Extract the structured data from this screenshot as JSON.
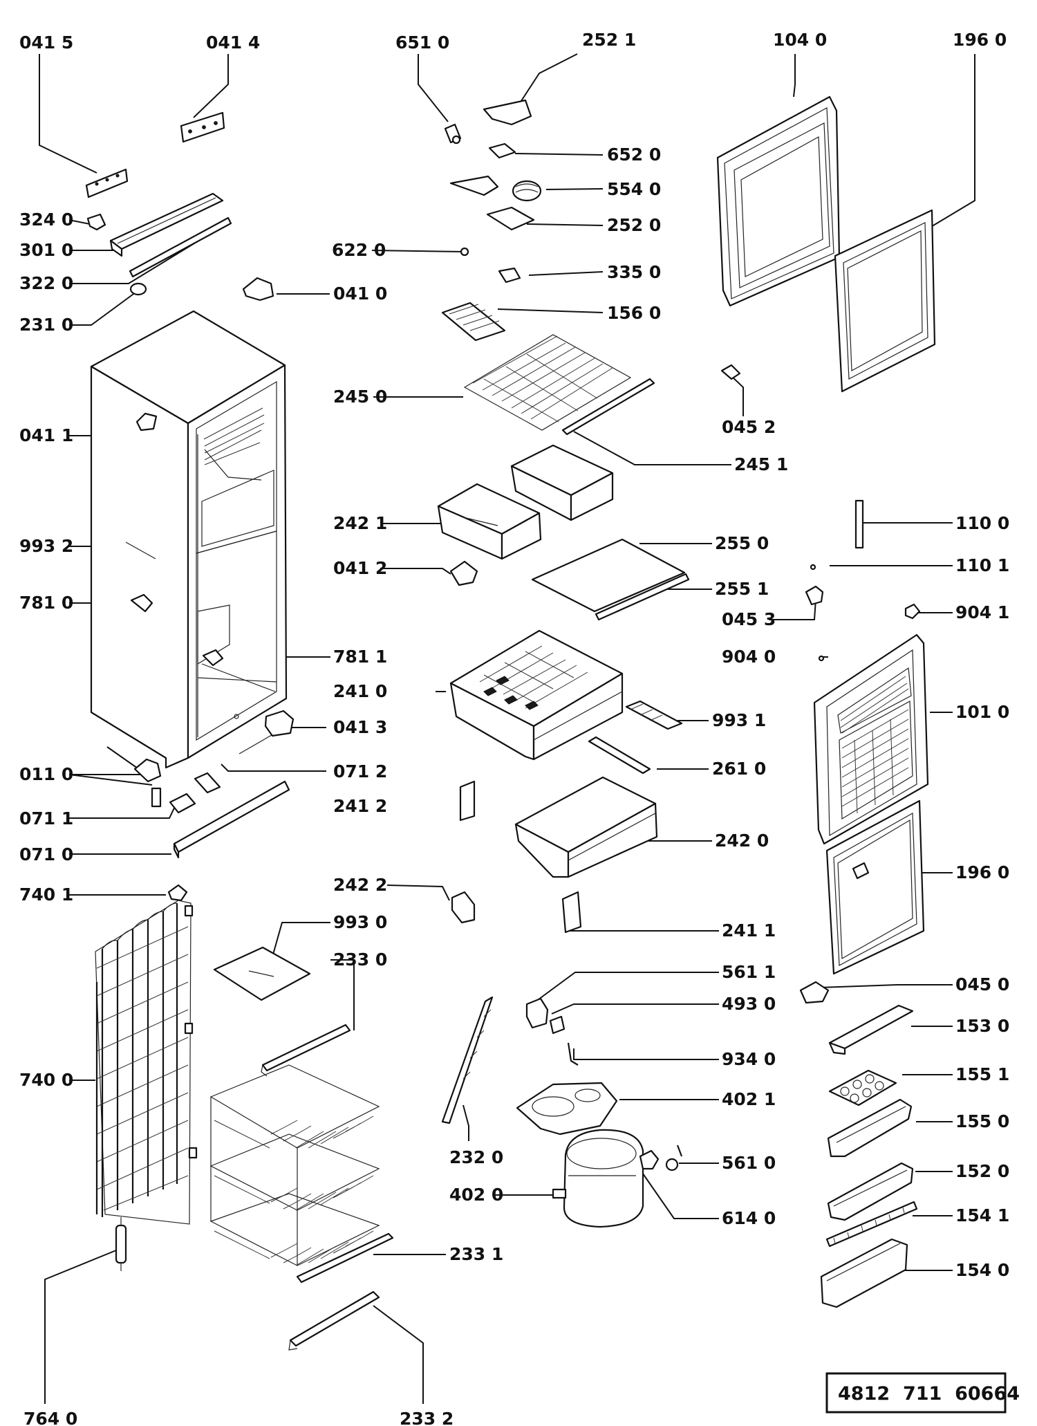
{
  "labels": {
    "l0415": "041 5",
    "l0414": "041 4",
    "l6510": "651 0",
    "l2521": "252 1",
    "l1040": "104 0",
    "l1960a": "196 0",
    "l6520": "652 0",
    "l5540": "554 0",
    "l2520": "252 0",
    "l3240": "324 0",
    "l3010": "301 0",
    "l6220": "622 0",
    "l3350": "335 0",
    "l3220": "322 0",
    "l0410": "041 0",
    "l1560": "156 0",
    "l2310": "231 0",
    "l2450": "245 0",
    "l0452": "045 2",
    "l0411": "041 1",
    "l2451": "245 1",
    "l2421": "242 1",
    "l1100": "110 0",
    "l9932": "993 2",
    "l2550": "255 0",
    "l0412": "041 2",
    "l1101": "110 1",
    "l2551": "255 1",
    "l7810": "781 0",
    "l0453": "045 3",
    "l9041": "904 1",
    "l7811": "781 1",
    "l9040": "904 0",
    "l2410": "241 0",
    "l1010": "101 0",
    "l9931": "993 1",
    "l0413": "041 3",
    "l0110": "011 0",
    "l0712": "071 2",
    "l2610": "261 0",
    "l2412": "241 2",
    "l0711": "071 1",
    "l2420": "242 0",
    "l0710": "071 0",
    "l1960b": "196 0",
    "l7401": "740 1",
    "l2422": "242 2",
    "l2411": "241 1",
    "l9930": "993 0",
    "l2330": "233 0",
    "l5611": "561 1",
    "l0450": "045 0",
    "l4930": "493 0",
    "l1530": "153 0",
    "l9340": "934 0",
    "l7400": "740 0",
    "l1551": "155 1",
    "l4021": "402 1",
    "l1550": "155 0",
    "l2320": "232 0",
    "l5610": "561 0",
    "l1520": "152 0",
    "l4020": "402 0",
    "l6140": "614 0",
    "l1541": "154 1",
    "l2331": "233 1",
    "l1540": "154 0",
    "l7640": "764 0",
    "l2332": "233 2"
  },
  "reference_number": "4812  711  60664"
}
